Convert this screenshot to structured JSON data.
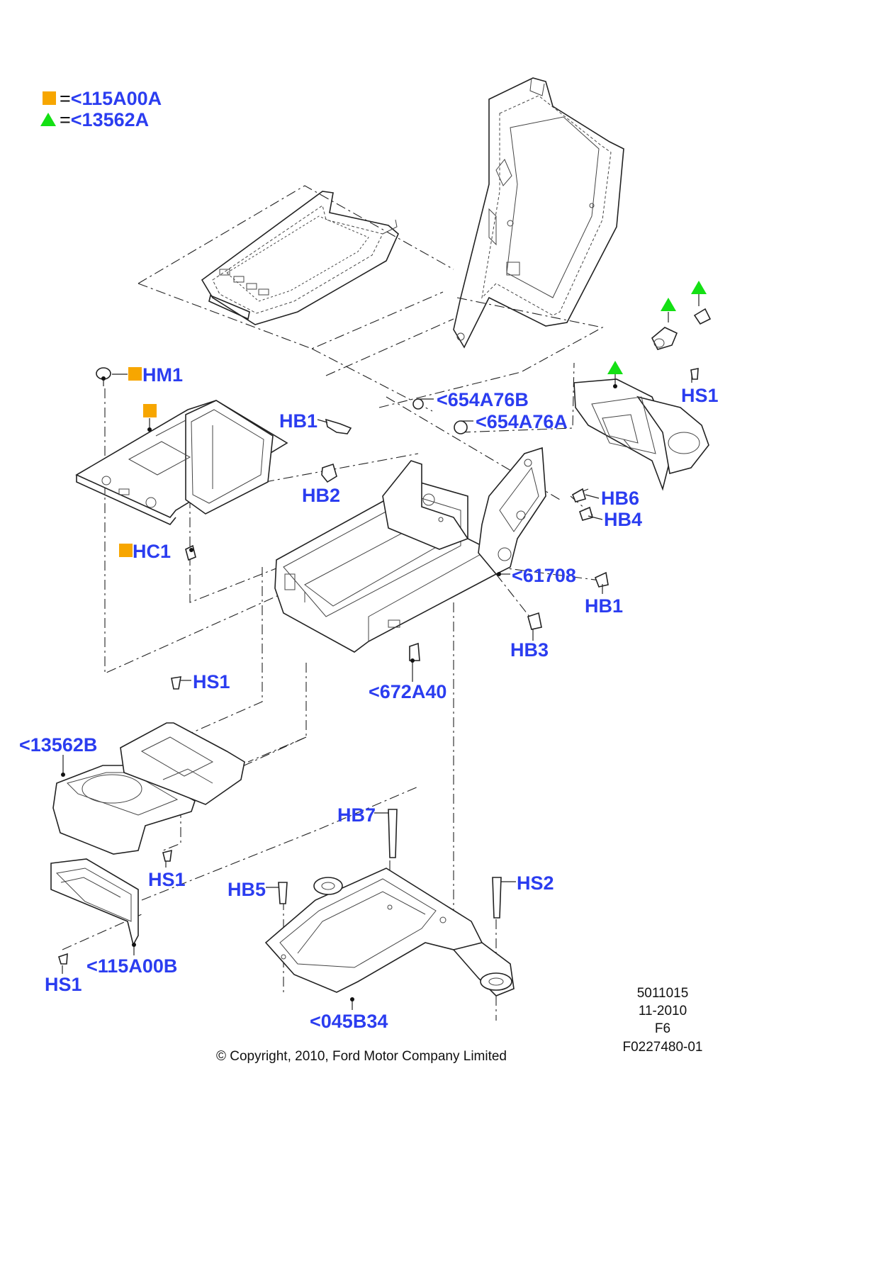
{
  "legend": [
    {
      "marker": "square",
      "color": "#f7a600",
      "equals": "=",
      "code": "<115A00A"
    },
    {
      "marker": "triangle",
      "color": "#14e014",
      "equals": "=",
      "code": "<13562A"
    }
  ],
  "callouts": {
    "hm1": "HM1",
    "hb1_top": "HB1",
    "hb2": "HB2",
    "hc1": "HC1",
    "p654a76b": "<654A76B",
    "p654a76a": "<654A76A",
    "hs1_right": "HS1",
    "hb6": "HB6",
    "hb4": "HB4",
    "p61708": "<61708",
    "hb1_right": "HB1",
    "hb3": "HB3",
    "p672a40": "<672A40",
    "hs1_mid": "HS1",
    "p13562b": "<13562B",
    "hs1_low": "HS1",
    "hb7": "HB7",
    "hb5": "HB5",
    "hs2": "HS2",
    "p115a00b": "<115A00B",
    "hs1_bottom": "HS1",
    "p045b34": "<045B34"
  },
  "footer": {
    "code1": "5011015",
    "date": "11-2010",
    "sheet": "F6",
    "figure": "F0227480-01",
    "copyright": "© Copyright, 2010, Ford Motor Company Limited"
  },
  "colors": {
    "label": "#2b3df0",
    "square_marker": "#f7a600",
    "triangle_marker": "#14e014"
  }
}
